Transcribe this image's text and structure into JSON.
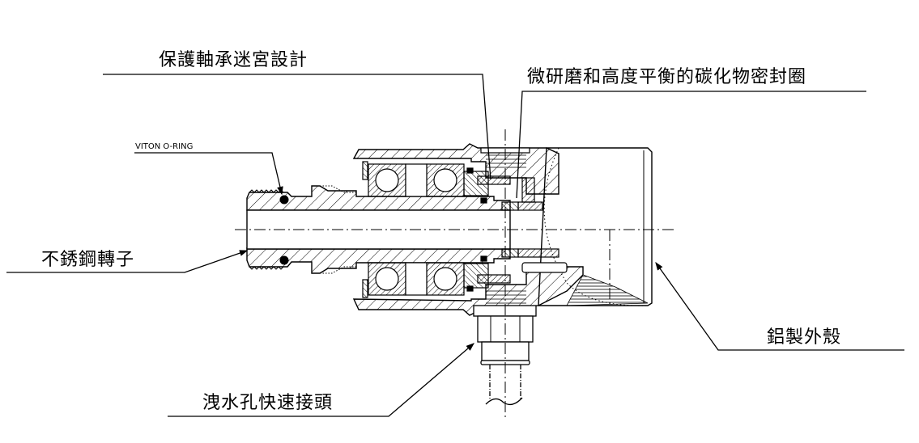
{
  "diagram": {
    "title": "",
    "type": "mechanical cross-section (rotary union)",
    "colors": {
      "ink": "#000000",
      "background": "#ffffff"
    },
    "labels": {
      "labyrinth": "保護軸承迷宮設計",
      "carbide_seal": "微研磨和高度平衡的碳化物密封圈",
      "viton_oring": "VITON O-RING",
      "rotor": "不銹鋼轉子",
      "housing": "鋁製外殼",
      "drain_fitting": "洩水孔快速接頭"
    }
  }
}
